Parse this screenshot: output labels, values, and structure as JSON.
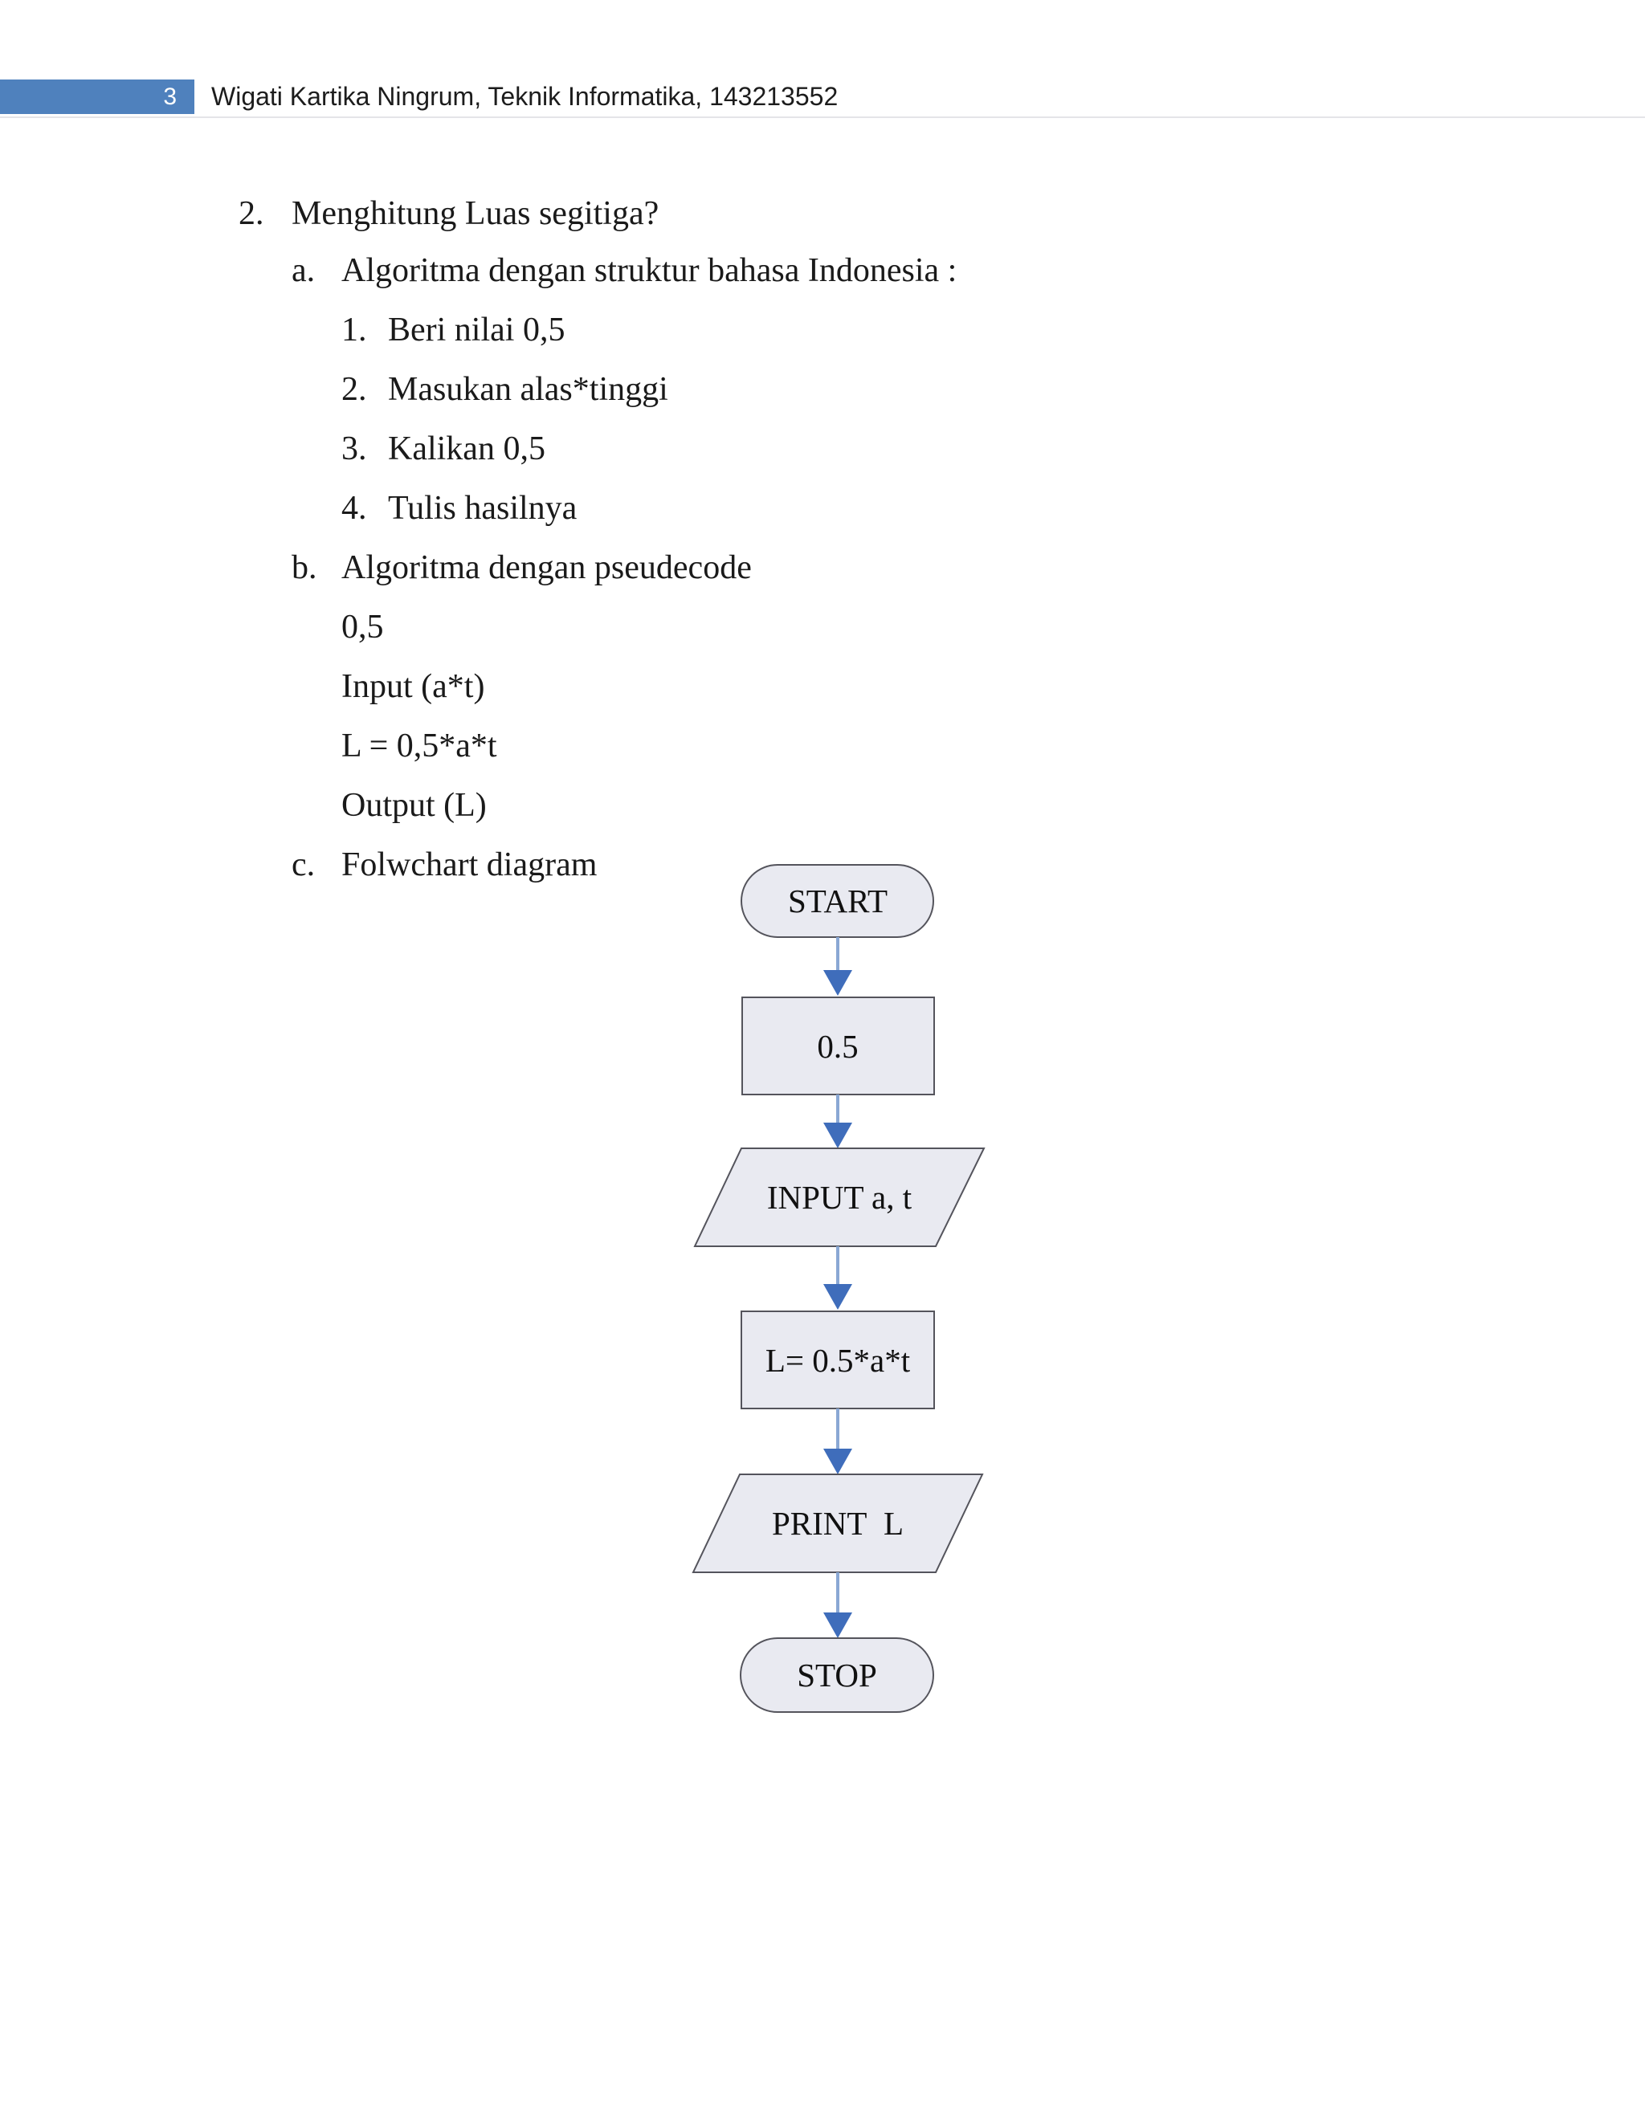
{
  "header": {
    "page_number": "3",
    "title": "Wigati Kartika Ningrum, Teknik Informatika, 143213552"
  },
  "list": {
    "question": {
      "marker": "2.",
      "text": "Menghitung Luas segitiga?"
    },
    "item_a": {
      "marker": "a.",
      "text": "Algoritma dengan struktur bahasa Indonesia :"
    },
    "steps": [
      {
        "marker": "1.",
        "text": "Beri nilai 0,5"
      },
      {
        "marker": "2.",
        "text": "Masukan alas*tinggi"
      },
      {
        "marker": "3.",
        "text": "Kalikan 0,5"
      },
      {
        "marker": "4.",
        "text": "Tulis hasilnya"
      }
    ],
    "item_b": {
      "marker": "b.",
      "text": "Algoritma dengan pseudecode"
    },
    "pseudocode": [
      "0,5",
      "Input (a*t)",
      "L = 0,5*a*t",
      "Output (L)"
    ],
    "item_c": {
      "marker": "c.",
      "text": "Folwchart diagram"
    }
  },
  "flowchart": {
    "nodes": [
      {
        "type": "terminator",
        "label": "START"
      },
      {
        "type": "process",
        "label": "0.5"
      },
      {
        "type": "input-output",
        "label": "INPUT a, t"
      },
      {
        "type": "process",
        "label": "L= 0.5*a*t"
      },
      {
        "type": "input-output",
        "label": "PRINT  L"
      },
      {
        "type": "terminator",
        "label": "STOP"
      }
    ],
    "colors": {
      "shape_fill": "#e9eaf1",
      "shape_border": "#54545c",
      "arrow_line": "#8aa8d4",
      "arrow_head": "#3f6dbb"
    }
  },
  "colors": {
    "header_bar": "#4f81bd",
    "page_bg": "#ffffff",
    "text": "#1a1a1a"
  }
}
